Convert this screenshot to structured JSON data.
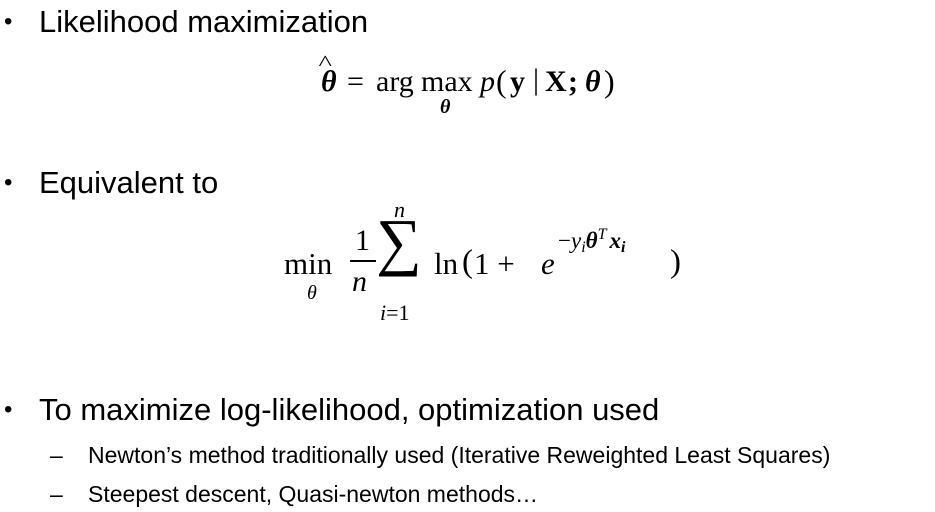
{
  "bullets": [
    {
      "text": "Likelihood maximization"
    },
    {
      "text": "Equivalent to"
    },
    {
      "text": "To maximize log-likelihood, optimization used"
    }
  ],
  "sub_bullets": [
    {
      "text": "Newton’s method traditionally used (Iterative Reweighted Least Squares)"
    },
    {
      "text": "Steepest descent, Quasi-newton methods…"
    }
  ],
  "bullet_glyph": "•",
  "dash_glyph": "–",
  "equation1": {
    "lhs": "θ",
    "equals": "=",
    "arg": "arg",
    "max": "max",
    "max_sub": "θ",
    "p": "p",
    "open": "(",
    "y": "y",
    "bar": "|",
    "X": "X",
    "semi": ";",
    "theta": "θ",
    "close": ")"
  },
  "equation2": {
    "min": "min",
    "min_sub": "θ",
    "frac_num": "1",
    "frac_den": "n",
    "sum_upper": "n",
    "sum_symbol": "∑",
    "sum_lower_i": "i",
    "sum_lower_rest": "=1",
    "ln": "ln",
    "open": "(",
    "one_plus": "1 + ",
    "e": "e",
    "exp_minus": "−",
    "exp_y": "y",
    "exp_i": "i",
    "exp_theta": "θ",
    "exp_T": "T",
    "exp_x": "x",
    "exp_xi": "i",
    "close": ")"
  }
}
